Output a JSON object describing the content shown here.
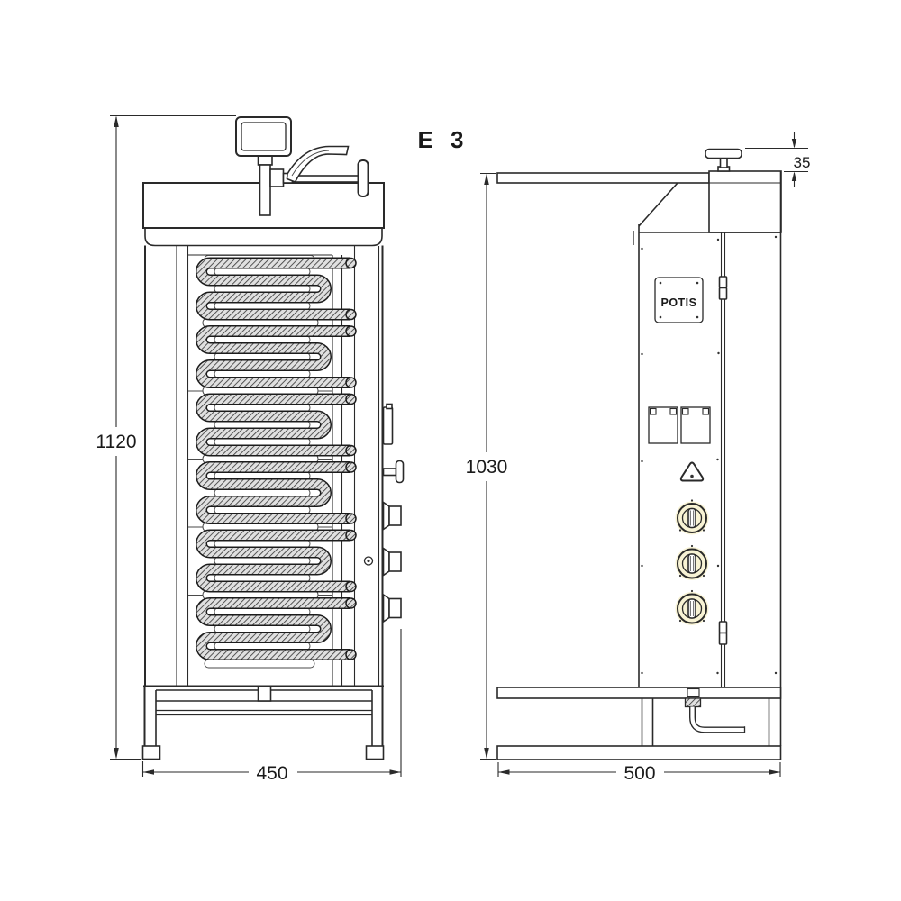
{
  "drawing": {
    "title": "E 3",
    "brand": "POTIS"
  },
  "dimensions": {
    "front_height_mm": "1120",
    "front_width_mm": "450",
    "side_height_mm": "1030",
    "side_width_mm": "500",
    "handle_offset_mm": "35"
  },
  "colors": {
    "background": "#ffffff",
    "line": "#2a2a2a",
    "knob_highlight": "#f8f3d4"
  }
}
